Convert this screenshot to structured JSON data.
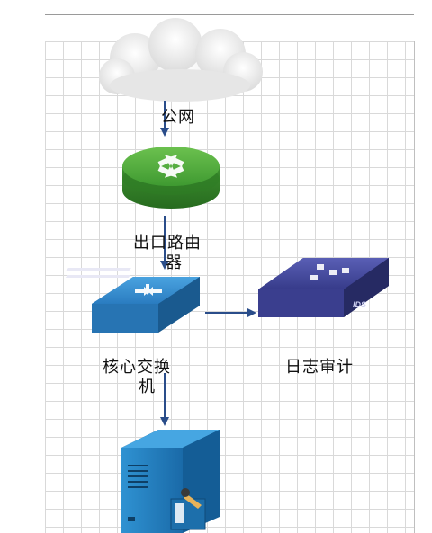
{
  "nodes": {
    "internet": "公网",
    "router_line1": "出口路由",
    "router_line2": "器",
    "switch_line1": "核心交换",
    "switch_line2": "机",
    "audit": "日志审计",
    "ids_badge": "IDS"
  },
  "colors": {
    "router_green": "#4aa23b",
    "switch_blue": "#2f7fc2",
    "audit_purple": "#3b3f93",
    "server_blue": "#1f78b8",
    "arrow": "#2a4d8a"
  }
}
